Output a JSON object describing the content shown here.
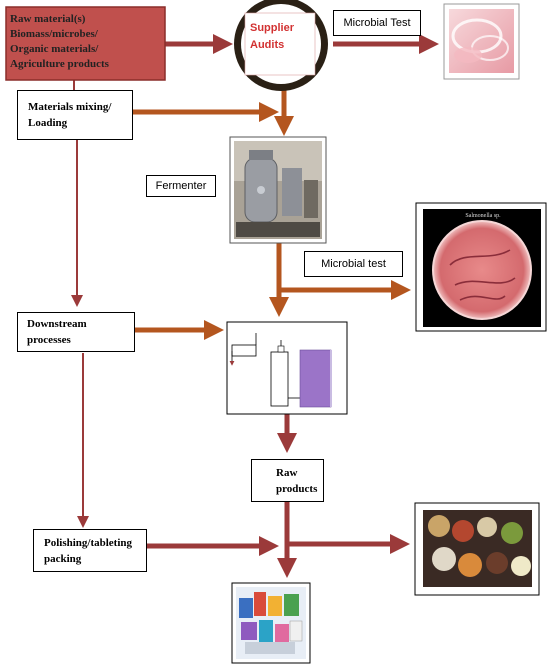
{
  "colors": {
    "arrow_dark_red": "#9b3a3a",
    "arrow_brown": "#b4561f",
    "raw_box_fill": "#c0504d",
    "raw_box_text": "#222222",
    "supplier_ring": "#2a2015",
    "supplier_text": "#d23232"
  },
  "nodes": {
    "raw_material": {
      "lines": [
        "Raw material(s)",
        "Biomass/microbes/",
        "Organic materials/",
        "Agriculture products"
      ]
    },
    "supplier_audits": {
      "lines": [
        "Supplier",
        "Audits"
      ]
    },
    "microbial_test_top": {
      "label": "Microbial Test"
    },
    "materials_mixing": {
      "lines": [
        "Materials mixing/",
        "Loading"
      ]
    },
    "fermenter": {
      "label": "Fermenter"
    },
    "microbial_test_mid": {
      "label": "Microbial test"
    },
    "petri_caption": {
      "label": "Salmonella sp."
    },
    "downstream": {
      "lines": [
        "Downstream",
        "processes"
      ]
    },
    "raw_products": {
      "lines": [
        "Raw",
        "products"
      ]
    },
    "polishing": {
      "lines": [
        "Polishing/tableting",
        "packing"
      ]
    }
  },
  "icons": {
    "petri_dish_top": "petri-dish-photo",
    "fermenter_photo": "fermenter-photo",
    "salmonella_plate": "salmonella-petri-photo",
    "process_schematic": "downstream-process-schematic",
    "powders_photo": "powder-bowls-photo",
    "products_photo": "packaged-products-photo"
  }
}
